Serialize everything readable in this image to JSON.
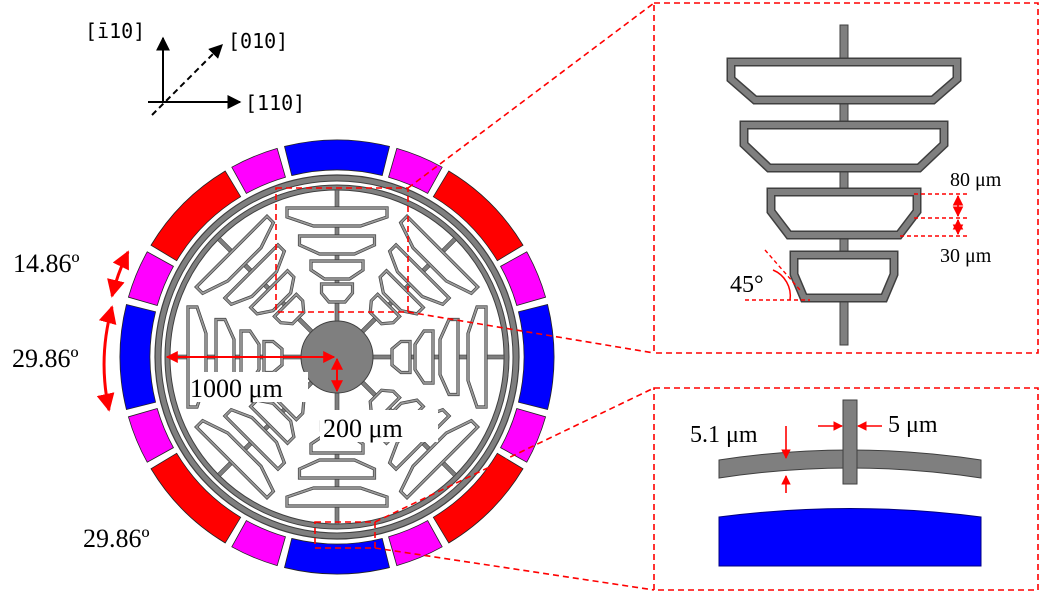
{
  "crystal_axes": {
    "vertical": "[ī10]",
    "diagonal": "[010]",
    "horizontal": "[110]"
  },
  "angles": {
    "small_electrode": "14.86º",
    "large_electrode_left": "29.86º",
    "large_electrode_bottom": "29.86º"
  },
  "dimensions": {
    "outer_radius": "1000 μm",
    "center_radius": "200 μm",
    "spoke_height": "80 μm",
    "spoke_gap": "30 μm",
    "chamfer_angle": "45°",
    "ring_width": "5.1 μm",
    "stem_width": "5 μm"
  },
  "colors": {
    "electrode_red": "#ff0000",
    "electrode_blue": "#0000ff",
    "electrode_magenta": "#ff00ff",
    "structure_fill": "#7f7f7f",
    "structure_edge": "#3f3f3f",
    "annotation_red": "#ff0000"
  }
}
